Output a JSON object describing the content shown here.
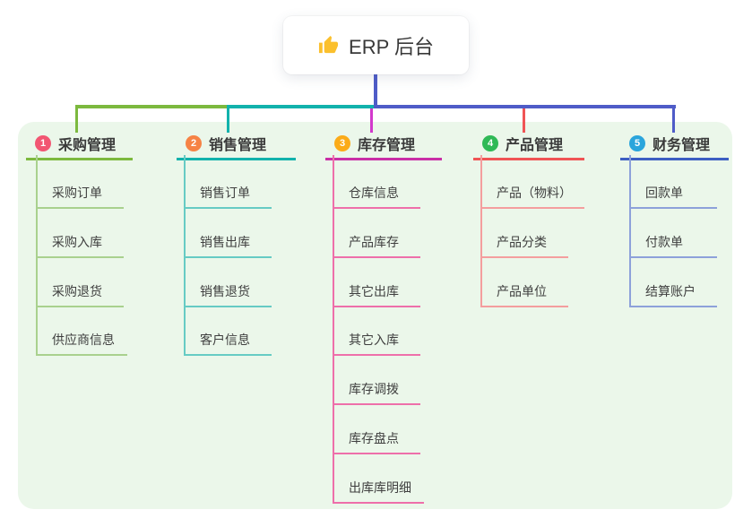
{
  "root": {
    "title": "ERP 后台",
    "icon": "thumbs-up-icon",
    "icon_color": "#fbc02d"
  },
  "branches": [
    {
      "index": "1",
      "title": "采购管理",
      "badge_color": "#f25672",
      "accent_color": "#7cb93e",
      "child_line_color": "#a9d18e",
      "drop_color": "#7cb93e",
      "children": [
        "采购订单",
        "采购入库",
        "采购退货",
        "供应商信息"
      ]
    },
    {
      "index": "2",
      "title": "销售管理",
      "badge_color": "#f68345",
      "accent_color": "#12b2ac",
      "child_line_color": "#66cbc4",
      "drop_color": "#12b2ac",
      "children": [
        "销售订单",
        "销售出库",
        "销售退货",
        "客户信息"
      ]
    },
    {
      "index": "3",
      "title": "库存管理",
      "badge_color": "#fbab18",
      "accent_color": "#c92fa6",
      "child_line_color": "#ee6faa",
      "drop_color": "#d238cc",
      "children": [
        "仓库信息",
        "产品库存",
        "其它出库",
        "其它入库",
        "库存调拨",
        "库存盘点",
        "出库库明细"
      ]
    },
    {
      "index": "4",
      "title": "产品管理",
      "badge_color": "#2fb956",
      "accent_color": "#f05455",
      "child_line_color": "#f49e9e",
      "drop_color": "#f05455",
      "children": [
        "产品（物料）",
        "产品分类",
        "产品单位"
      ]
    },
    {
      "index": "5",
      "title": "财务管理",
      "badge_color": "#2aa5dc",
      "accent_color": "#3c5ec2",
      "child_line_color": "#8da1da",
      "drop_color": "#4f5cc8",
      "children": [
        "回款单",
        "付款单",
        "结算账户"
      ]
    }
  ],
  "connectors": {
    "root_stem_color": "#4f5cc8",
    "segments": [
      {
        "name": "segment-left-green",
        "color": "#7cb93e"
      },
      {
        "name": "segment-middle-teal",
        "color": "#12b2ac"
      },
      {
        "name": "segment-right-blue",
        "color": "#4f5cc8"
      }
    ],
    "panel_color": "#ebf7ea"
  }
}
